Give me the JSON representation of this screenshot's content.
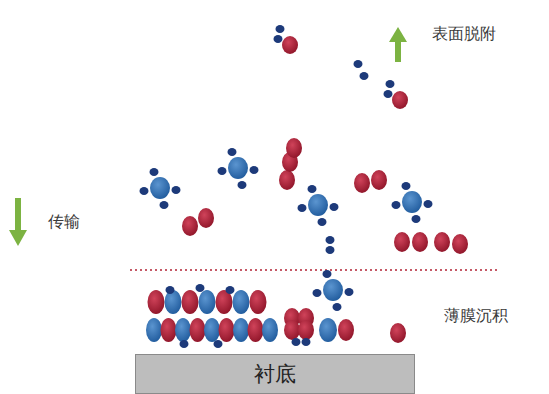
{
  "diagram": {
    "nodes": [
      {
        "text": [
          "衬底"
        ]
      }
    ],
    "labels": [
      "表面脱附",
      "传输",
      "薄膜沉积"
    ]
  }
}
